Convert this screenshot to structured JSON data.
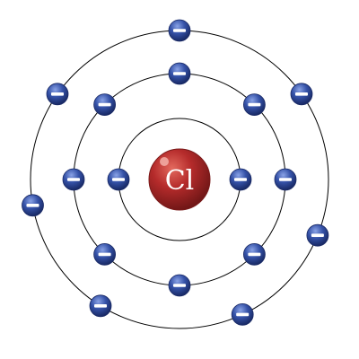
{
  "nucleus": {
    "symbol": "Cl"
  },
  "shells": [
    {
      "index": 1,
      "electron_count": 2
    },
    {
      "index": 2,
      "electron_count": 8
    },
    {
      "index": 3,
      "electron_count": 7
    }
  ],
  "colors": {
    "nucleus": "#b52b2b",
    "electron": "#2f4a9e",
    "orbit": "#000000",
    "electron_sign": "#ffffff"
  },
  "icons": {
    "electron": "minus-sign-icon"
  }
}
